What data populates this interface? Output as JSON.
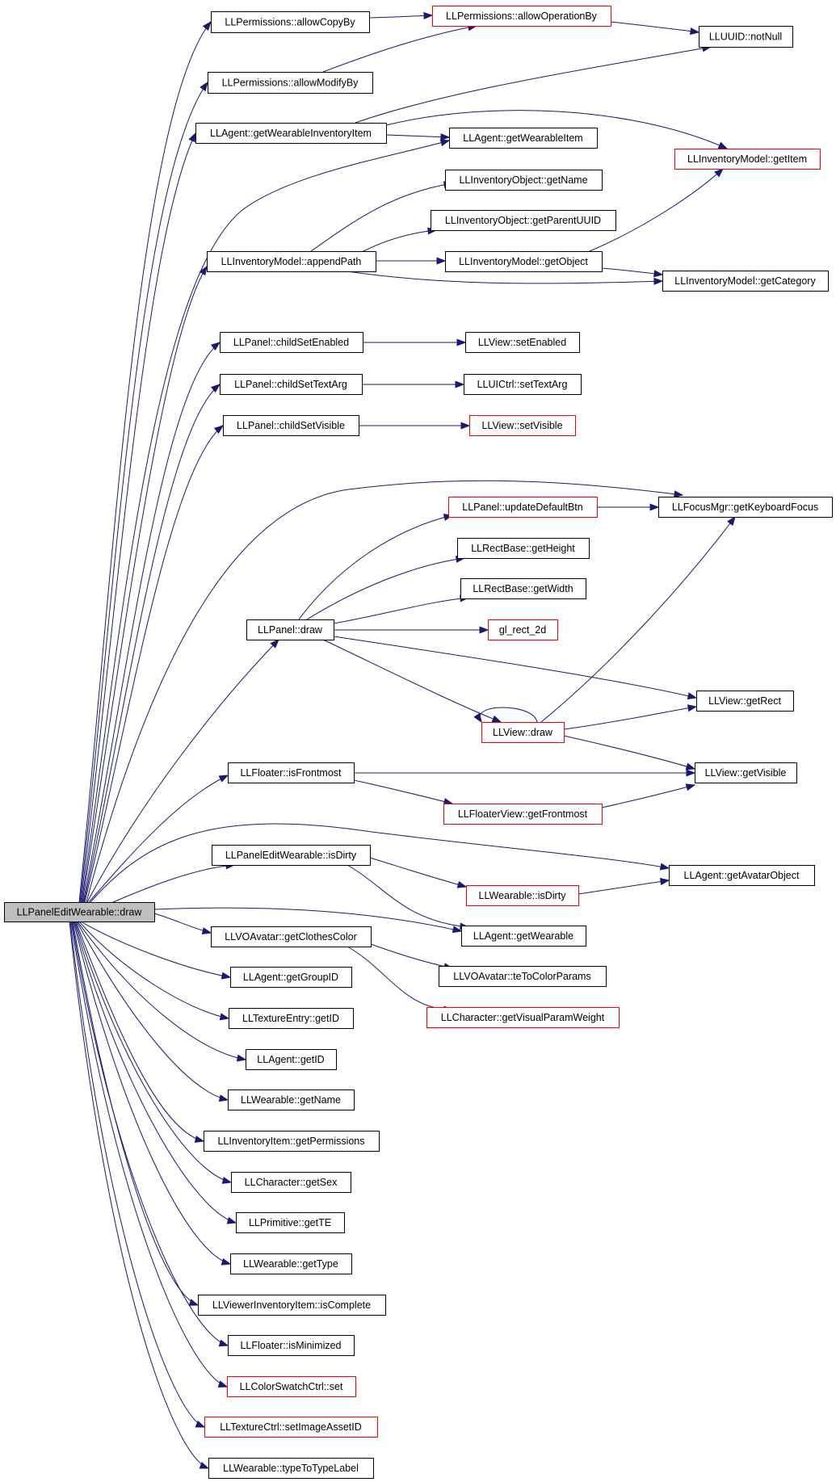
{
  "graph": {
    "colors": {
      "edge": "#191970",
      "node_border": "#000000",
      "node_border_incomplete": "#ff0000",
      "root_fill": "#bfbfbf",
      "node_fill": "#ffffff"
    },
    "nodes": [
      {
        "id": "root",
        "label": "LLPanelEditWearable::draw",
        "style": "root"
      },
      {
        "id": "allowCopyBy",
        "label": "LLPermissions::allowCopyBy",
        "style": "normal"
      },
      {
        "id": "allowOperationBy",
        "label": "LLPermissions::allowOperationBy",
        "style": "red"
      },
      {
        "id": "notNull",
        "label": "LLUUID::notNull",
        "style": "normal"
      },
      {
        "id": "allowModifyBy",
        "label": "LLPermissions::allowModifyBy",
        "style": "normal"
      },
      {
        "id": "getWearableInventoryItem",
        "label": "LLAgent::getWearableInventoryItem",
        "style": "normal"
      },
      {
        "id": "getWearableItem",
        "label": "LLAgent::getWearableItem",
        "style": "normal"
      },
      {
        "id": "invGetItem",
        "label": "LLInventoryModel::getItem",
        "style": "red"
      },
      {
        "id": "objGetName",
        "label": "LLInventoryObject::getName",
        "style": "normal"
      },
      {
        "id": "getParentUUID",
        "label": "LLInventoryObject::getParentUUID",
        "style": "normal"
      },
      {
        "id": "appendPath",
        "label": "LLInventoryModel::appendPath",
        "style": "normal"
      },
      {
        "id": "getObject",
        "label": "LLInventoryModel::getObject",
        "style": "normal"
      },
      {
        "id": "getCategory",
        "label": "LLInventoryModel::getCategory",
        "style": "normal"
      },
      {
        "id": "childSetEnabled",
        "label": "LLPanel::childSetEnabled",
        "style": "normal"
      },
      {
        "id": "setEnabled",
        "label": "LLView::setEnabled",
        "style": "normal"
      },
      {
        "id": "childSetTextArg",
        "label": "LLPanel::childSetTextArg",
        "style": "normal"
      },
      {
        "id": "setTextArg",
        "label": "LLUICtrl::setTextArg",
        "style": "normal"
      },
      {
        "id": "childSetVisible",
        "label": "LLPanel::childSetVisible",
        "style": "normal"
      },
      {
        "id": "viewSetVisible",
        "label": "LLView::setVisible",
        "style": "red"
      },
      {
        "id": "updateDefaultBtn",
        "label": "LLPanel::updateDefaultBtn",
        "style": "red"
      },
      {
        "id": "getKeyboardFocus",
        "label": "LLFocusMgr::getKeyboardFocus",
        "style": "normal"
      },
      {
        "id": "getHeight",
        "label": "LLRectBase::getHeight",
        "style": "normal"
      },
      {
        "id": "getWidth",
        "label": "LLRectBase::getWidth",
        "style": "normal"
      },
      {
        "id": "panelDraw",
        "label": "LLPanel::draw",
        "style": "normal"
      },
      {
        "id": "glRect2d",
        "label": "gl_rect_2d",
        "style": "red"
      },
      {
        "id": "getRect",
        "label": "LLView::getRect",
        "style": "normal"
      },
      {
        "id": "viewDraw",
        "label": "LLView::draw",
        "style": "red"
      },
      {
        "id": "isFrontmost",
        "label": "LLFloater::isFrontmost",
        "style": "normal"
      },
      {
        "id": "getVisible",
        "label": "LLView::getVisible",
        "style": "normal"
      },
      {
        "id": "getFrontmost",
        "label": "LLFloaterView::getFrontmost",
        "style": "red"
      },
      {
        "id": "pewIsDirty",
        "label": "LLPanelEditWearable::isDirty",
        "style": "normal"
      },
      {
        "id": "getAvatarObject",
        "label": "LLAgent::getAvatarObject",
        "style": "normal"
      },
      {
        "id": "wearableIsDirty",
        "label": "LLWearable::isDirty",
        "style": "red"
      },
      {
        "id": "getWearable",
        "label": "LLAgent::getWearable",
        "style": "normal"
      },
      {
        "id": "getClothesColor",
        "label": "LLVOAvatar::getClothesColor",
        "style": "normal"
      },
      {
        "id": "teToColorParams",
        "label": "LLVOAvatar::teToColorParams",
        "style": "normal"
      },
      {
        "id": "getVisualParamWeight",
        "label": "LLCharacter::getVisualParamWeight",
        "style": "red"
      },
      {
        "id": "getGroupID",
        "label": "LLAgent::getGroupID",
        "style": "normal"
      },
      {
        "id": "teGetID",
        "label": "LLTextureEntry::getID",
        "style": "normal"
      },
      {
        "id": "agentGetID",
        "label": "LLAgent::getID",
        "style": "normal"
      },
      {
        "id": "wearableGetName",
        "label": "LLWearable::getName",
        "style": "normal"
      },
      {
        "id": "getPermissions",
        "label": "LLInventoryItem::getPermissions",
        "style": "normal"
      },
      {
        "id": "getSex",
        "label": "LLCharacter::getSex",
        "style": "normal"
      },
      {
        "id": "getTE",
        "label": "LLPrimitive::getTE",
        "style": "normal"
      },
      {
        "id": "getType",
        "label": "LLWearable::getType",
        "style": "normal"
      },
      {
        "id": "isComplete",
        "label": "LLViewerInventoryItem::isComplete",
        "style": "normal"
      },
      {
        "id": "isMinimized",
        "label": "LLFloater::isMinimized",
        "style": "normal"
      },
      {
        "id": "swatchSet",
        "label": "LLColorSwatchCtrl::set",
        "style": "red"
      },
      {
        "id": "setImageAssetID",
        "label": "LLTextureCtrl::setImageAssetID",
        "style": "red"
      },
      {
        "id": "typeToTypeLabel",
        "label": "LLWearable::typeToTypeLabel",
        "style": "normal"
      }
    ],
    "edges": [
      {
        "from": "root",
        "to": "allowCopyBy"
      },
      {
        "from": "root",
        "to": "allowModifyBy"
      },
      {
        "from": "root",
        "to": "getWearableInventoryItem"
      },
      {
        "from": "root",
        "to": "getWearableItem"
      },
      {
        "from": "root",
        "to": "appendPath"
      },
      {
        "from": "root",
        "to": "childSetEnabled"
      },
      {
        "from": "root",
        "to": "childSetTextArg"
      },
      {
        "from": "root",
        "to": "childSetVisible"
      },
      {
        "from": "root",
        "to": "getKeyboardFocus"
      },
      {
        "from": "root",
        "to": "panelDraw"
      },
      {
        "from": "root",
        "to": "isFrontmost"
      },
      {
        "from": "root",
        "to": "getAvatarObject"
      },
      {
        "from": "root",
        "to": "pewIsDirty"
      },
      {
        "from": "root",
        "to": "getWearable"
      },
      {
        "from": "root",
        "to": "getClothesColor"
      },
      {
        "from": "root",
        "to": "getGroupID"
      },
      {
        "from": "root",
        "to": "teGetID"
      },
      {
        "from": "root",
        "to": "agentGetID"
      },
      {
        "from": "root",
        "to": "wearableGetName"
      },
      {
        "from": "root",
        "to": "getPermissions"
      },
      {
        "from": "root",
        "to": "getSex"
      },
      {
        "from": "root",
        "to": "getTE"
      },
      {
        "from": "root",
        "to": "getType"
      },
      {
        "from": "root",
        "to": "isComplete"
      },
      {
        "from": "root",
        "to": "isMinimized"
      },
      {
        "from": "root",
        "to": "swatchSet"
      },
      {
        "from": "root",
        "to": "setImageAssetID"
      },
      {
        "from": "root",
        "to": "typeToTypeLabel"
      },
      {
        "from": "allowCopyBy",
        "to": "allowOperationBy"
      },
      {
        "from": "allowModifyBy",
        "to": "allowOperationBy"
      },
      {
        "from": "allowOperationBy",
        "to": "notNull"
      },
      {
        "from": "getWearableInventoryItem",
        "to": "notNull"
      },
      {
        "from": "getWearableInventoryItem",
        "to": "getWearableItem"
      },
      {
        "from": "getWearableInventoryItem",
        "to": "invGetItem"
      },
      {
        "from": "appendPath",
        "to": "objGetName"
      },
      {
        "from": "appendPath",
        "to": "getParentUUID"
      },
      {
        "from": "appendPath",
        "to": "getObject"
      },
      {
        "from": "appendPath",
        "to": "getCategory"
      },
      {
        "from": "getObject",
        "to": "invGetItem"
      },
      {
        "from": "getObject",
        "to": "getCategory"
      },
      {
        "from": "childSetEnabled",
        "to": "setEnabled"
      },
      {
        "from": "childSetTextArg",
        "to": "setTextArg"
      },
      {
        "from": "childSetVisible",
        "to": "viewSetVisible"
      },
      {
        "from": "panelDraw",
        "to": "updateDefaultBtn"
      },
      {
        "from": "panelDraw",
        "to": "getHeight"
      },
      {
        "from": "panelDraw",
        "to": "getWidth"
      },
      {
        "from": "panelDraw",
        "to": "glRect2d"
      },
      {
        "from": "panelDraw",
        "to": "getRect"
      },
      {
        "from": "panelDraw",
        "to": "viewDraw"
      },
      {
        "from": "updateDefaultBtn",
        "to": "getKeyboardFocus"
      },
      {
        "from": "viewDraw",
        "to": "getKeyboardFocus"
      },
      {
        "from": "viewDraw",
        "to": "getRect"
      },
      {
        "from": "viewDraw",
        "to": "getVisible"
      },
      {
        "from": "viewDraw",
        "to": "viewDraw"
      },
      {
        "from": "isFrontmost",
        "to": "getVisible"
      },
      {
        "from": "isFrontmost",
        "to": "getFrontmost"
      },
      {
        "from": "getFrontmost",
        "to": "getVisible"
      },
      {
        "from": "pewIsDirty",
        "to": "wearableIsDirty"
      },
      {
        "from": "pewIsDirty",
        "to": "getWearable"
      },
      {
        "from": "wearableIsDirty",
        "to": "getAvatarObject"
      },
      {
        "from": "getClothesColor",
        "to": "teToColorParams"
      },
      {
        "from": "getClothesColor",
        "to": "getVisualParamWeight"
      }
    ]
  }
}
